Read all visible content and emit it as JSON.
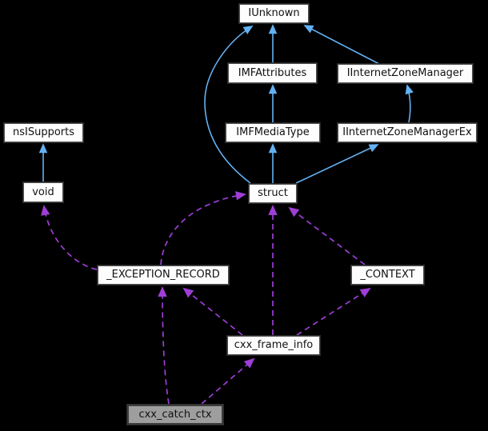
{
  "diagram": {
    "kind": "collaboration-graph",
    "colors": {
      "background": "#000000",
      "inheritance_edge": "#63b1f2",
      "usage_edge": "#9e3ed6",
      "node_fill": "#fdfdfd",
      "current_node_fill": "#9e9e9e",
      "node_border": "#4e4e4e",
      "node_text": "#111111"
    },
    "nodes": [
      {
        "id": "iunknown",
        "label": "IUnknown",
        "highlighted": false
      },
      {
        "id": "imfattributes",
        "label": "IMFAttributes",
        "highlighted": false
      },
      {
        "id": "iinternetzonemanager",
        "label": "IInternetZoneManager",
        "highlighted": false
      },
      {
        "id": "imfmediatype",
        "label": "IMFMediaType",
        "highlighted": false
      },
      {
        "id": "iinternetzonemanagerex",
        "label": "IInternetZoneManagerEx",
        "highlighted": false
      },
      {
        "id": "nsisupports",
        "label": "nsISupports",
        "highlighted": false
      },
      {
        "id": "void",
        "label": "void",
        "highlighted": false
      },
      {
        "id": "struct",
        "label": "struct",
        "highlighted": false
      },
      {
        "id": "exception-record",
        "label": "_EXCEPTION_RECORD",
        "highlighted": false
      },
      {
        "id": "context",
        "label": "_CONTEXT",
        "highlighted": false
      },
      {
        "id": "cxx-frame-info",
        "label": "cxx_frame_info",
        "highlighted": false
      },
      {
        "id": "cxx-catch-ctx",
        "label": "cxx_catch_ctx",
        "highlighted": true
      }
    ],
    "edges": [
      {
        "from": "IMFAttributes",
        "to": "IUnknown",
        "style": "inheritance-solid-blue"
      },
      {
        "from": "IInternetZoneManager",
        "to": "IUnknown",
        "style": "inheritance-solid-blue"
      },
      {
        "from": "IMFMediaType",
        "to": "IMFAttributes",
        "style": "inheritance-solid-blue"
      },
      {
        "from": "IInternetZoneManagerEx",
        "to": "IInternetZoneManager",
        "style": "inheritance-solid-blue"
      },
      {
        "from": "struct",
        "to": "IUnknown",
        "style": "inheritance-solid-blue"
      },
      {
        "from": "struct",
        "to": "IMFMediaType",
        "style": "inheritance-solid-blue"
      },
      {
        "from": "struct",
        "to": "IInternetZoneManagerEx",
        "style": "inheritance-solid-blue"
      },
      {
        "from": "void",
        "to": "nsISupports",
        "style": "inheritance-solid-blue"
      },
      {
        "from": "_EXCEPTION_RECORD",
        "to": "void",
        "style": "usage-dashed-purple"
      },
      {
        "from": "_EXCEPTION_RECORD",
        "to": "struct",
        "style": "usage-dashed-purple"
      },
      {
        "from": "cxx_frame_info",
        "to": "_EXCEPTION_RECORD",
        "style": "usage-dashed-purple"
      },
      {
        "from": "cxx_frame_info",
        "to": "struct",
        "style": "usage-dashed-purple"
      },
      {
        "from": "cxx_frame_info",
        "to": "_CONTEXT",
        "style": "usage-dashed-purple"
      },
      {
        "from": "_CONTEXT",
        "to": "struct",
        "style": "usage-dashed-purple"
      },
      {
        "from": "cxx_catch_ctx",
        "to": "_EXCEPTION_RECORD",
        "style": "usage-dashed-purple"
      },
      {
        "from": "cxx_catch_ctx",
        "to": "cxx_frame_info",
        "style": "usage-dashed-purple"
      }
    ]
  }
}
